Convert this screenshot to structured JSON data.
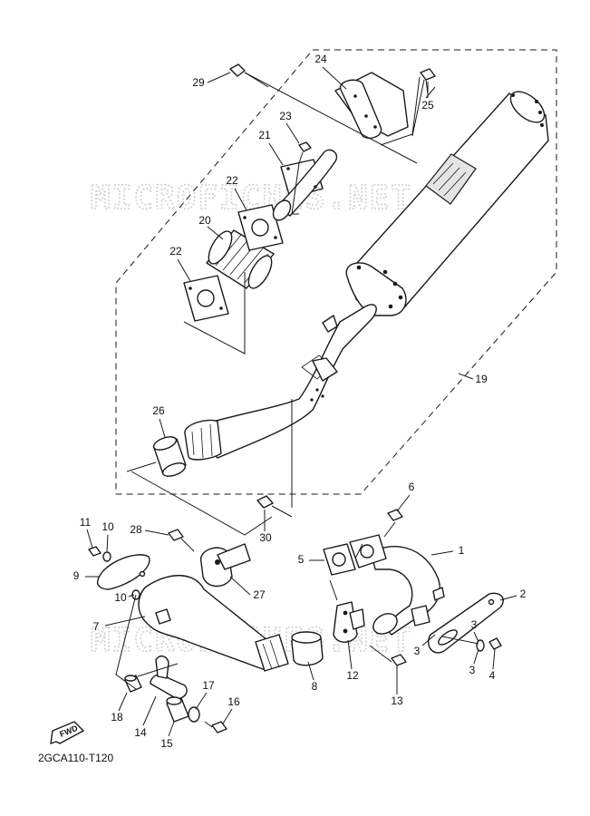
{
  "diagram": {
    "drawing_code": "2GCA110-T120",
    "fwd_label": "FWD",
    "watermark_text": "MICROFICHES.NET",
    "callouts": [
      {
        "num": "1",
        "part": "exhaust-pipe-1"
      },
      {
        "num": "2",
        "part": "protector-2"
      },
      {
        "num": "3",
        "part": "damper-3"
      },
      {
        "num": "3",
        "part": "damper-3b"
      },
      {
        "num": "3",
        "part": "damper-3c"
      },
      {
        "num": "4",
        "part": "bolt-4"
      },
      {
        "num": "5",
        "part": "gasket-5"
      },
      {
        "num": "6",
        "part": "nut-6"
      },
      {
        "num": "7",
        "part": "exhaust-pipe-7"
      },
      {
        "num": "8",
        "part": "gasket-8"
      },
      {
        "num": "9",
        "part": "protector-9"
      },
      {
        "num": "10",
        "part": "damper-10"
      },
      {
        "num": "10",
        "part": "damper-10b"
      },
      {
        "num": "11",
        "part": "bolt-11"
      },
      {
        "num": "12",
        "part": "bracket-12"
      },
      {
        "num": "13",
        "part": "bolt-13"
      },
      {
        "num": "14",
        "part": "bracket-14"
      },
      {
        "num": "15",
        "part": "damper-15"
      },
      {
        "num": "16",
        "part": "bolt-16"
      },
      {
        "num": "17",
        "part": "collar-17"
      },
      {
        "num": "18",
        "part": "collar-18"
      },
      {
        "num": "19",
        "part": "silencer-assy-19"
      },
      {
        "num": "20",
        "part": "silencer-core-20"
      },
      {
        "num": "21",
        "part": "end-pipe-21"
      },
      {
        "num": "22",
        "part": "gasket-22a"
      },
      {
        "num": "22",
        "part": "gasket-22b"
      },
      {
        "num": "23",
        "part": "bolt-23"
      },
      {
        "num": "24",
        "part": "cap-24"
      },
      {
        "num": "25",
        "part": "bolt-25"
      },
      {
        "num": "26",
        "part": "gasket-26"
      },
      {
        "num": "27",
        "part": "band-27"
      },
      {
        "num": "28",
        "part": "bolt-28"
      },
      {
        "num": "29",
        "part": "bolt-29"
      },
      {
        "num": "30",
        "part": "bolt-30"
      }
    ]
  }
}
